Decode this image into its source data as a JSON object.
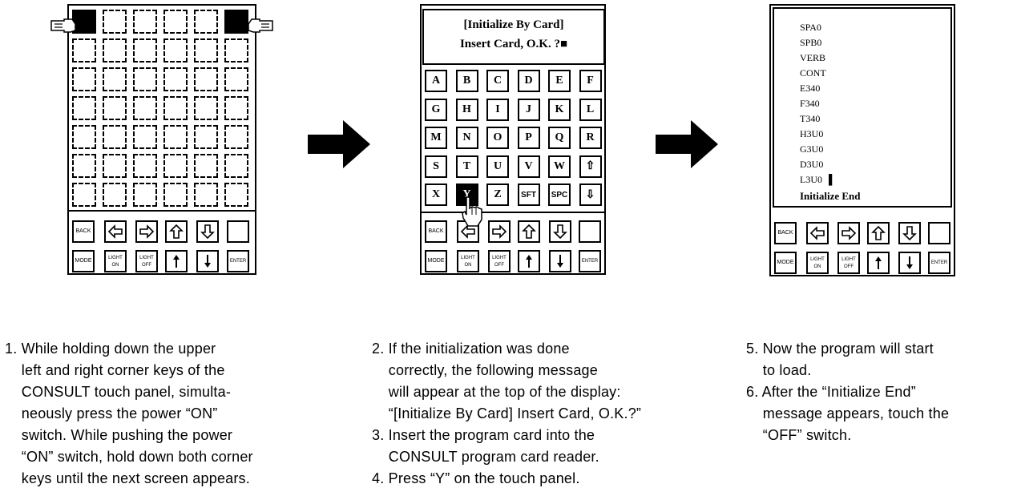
{
  "panel1": {
    "control_rows": [
      [
        "BACK",
        "left-arrow",
        "right-arrow",
        "up-arrow",
        "down-arrow",
        ""
      ],
      [
        "MODE",
        "LIGHT ON",
        "LIGHT OFF",
        "up-line",
        "down-line",
        "ENTER"
      ]
    ]
  },
  "panel2": {
    "display_line1": "[Initialize By Card]",
    "display_line2": "Insert Card, O.K. ?■",
    "keys": [
      [
        "A",
        "B",
        "C",
        "D",
        "E",
        "F"
      ],
      [
        "G",
        "H",
        "I",
        "J",
        "K",
        "L"
      ],
      [
        "M",
        "N",
        "O",
        "P",
        "Q",
        "R"
      ],
      [
        "S",
        "T",
        "U",
        "V",
        "W",
        "⇧"
      ],
      [
        "X",
        "Y",
        "Z",
        "SFT",
        "SPC",
        "⇩"
      ]
    ],
    "pressed_key": "Y"
  },
  "panel3": {
    "lines": [
      "SPA0",
      "SPB0",
      "VERB",
      "CONT",
      "E340",
      "F340",
      "T340",
      "H3U0",
      "G3U0",
      "D3U0",
      "L3U0"
    ],
    "cursor": "▌",
    "end_text": "Initialize End"
  },
  "controls": {
    "back": "BACK",
    "mode": "MODE",
    "light_on_1": "LIGHT",
    "light_on_2": "ON",
    "light_off_1": "LIGHT",
    "light_off_2": "OFF",
    "enter": "ENTER"
  },
  "instructions": {
    "col1": "1. While holding down the upper\n    left and right corner keys of the\n    CONSULT touch panel, simulta-\n    neously press the power “ON”\n    switch. While pushing the power\n    “ON” switch, hold down both corner\n    keys until the next screen appears.",
    "col2": "2. If the initialization was done\n    correctly, the following message\n    will appear at the top of the display:\n    “[Initialize By Card] Insert Card, O.K.?”\n3. Insert the program card into the\n    CONSULT program card reader.\n4. Press “Y” on the touch panel.",
    "col3": "5. Now the program will start\n    to load.\n6. After the “Initialize End”\n    message appears, touch the\n    “OFF” switch."
  }
}
